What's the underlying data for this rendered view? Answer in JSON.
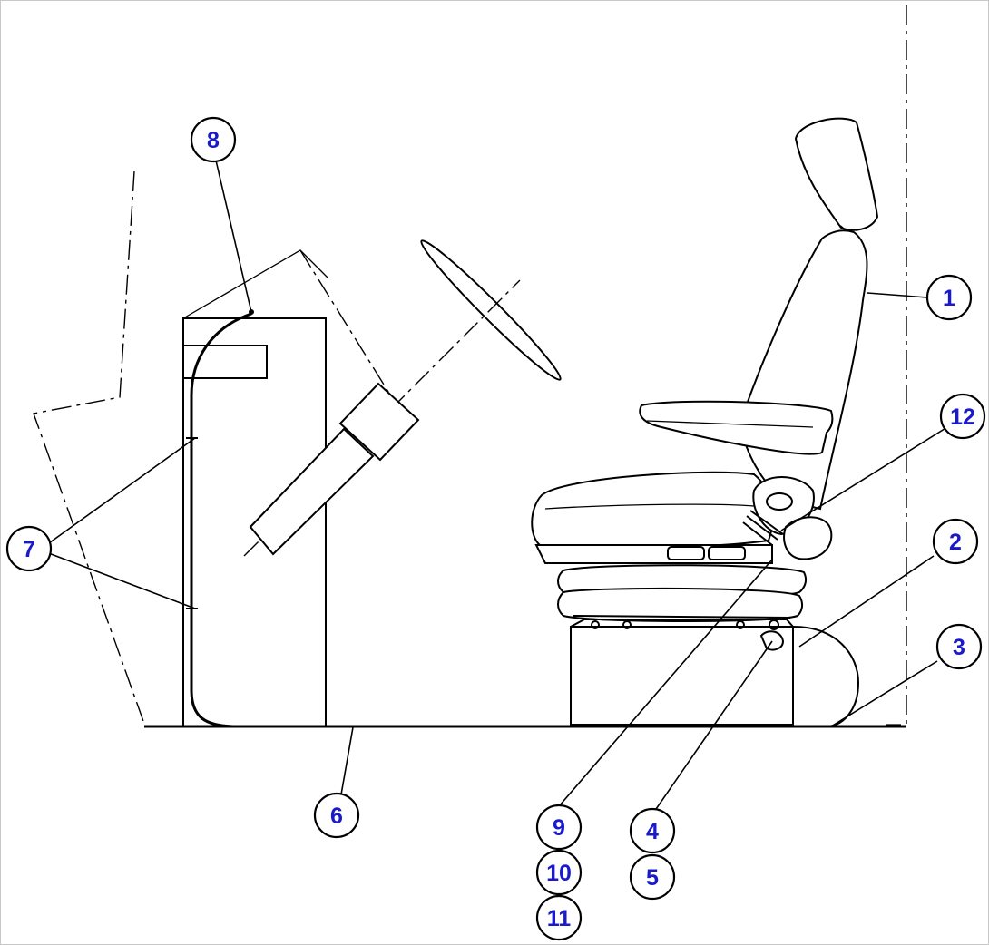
{
  "callouts": [
    {
      "id": "c1",
      "label": "1"
    },
    {
      "id": "c2",
      "label": "2"
    },
    {
      "id": "c3",
      "label": "3"
    },
    {
      "id": "c4",
      "label": "4"
    },
    {
      "id": "c5",
      "label": "5"
    },
    {
      "id": "c6",
      "label": "6"
    },
    {
      "id": "c7",
      "label": "7"
    },
    {
      "id": "c8",
      "label": "8"
    },
    {
      "id": "c9",
      "label": "9"
    },
    {
      "id": "c10",
      "label": "10"
    },
    {
      "id": "c11",
      "label": "11"
    },
    {
      "id": "c12",
      "label": "12"
    }
  ],
  "colors": {
    "callout_text": "#1a1acc",
    "line": "#000000",
    "background": "#ffffff"
  }
}
